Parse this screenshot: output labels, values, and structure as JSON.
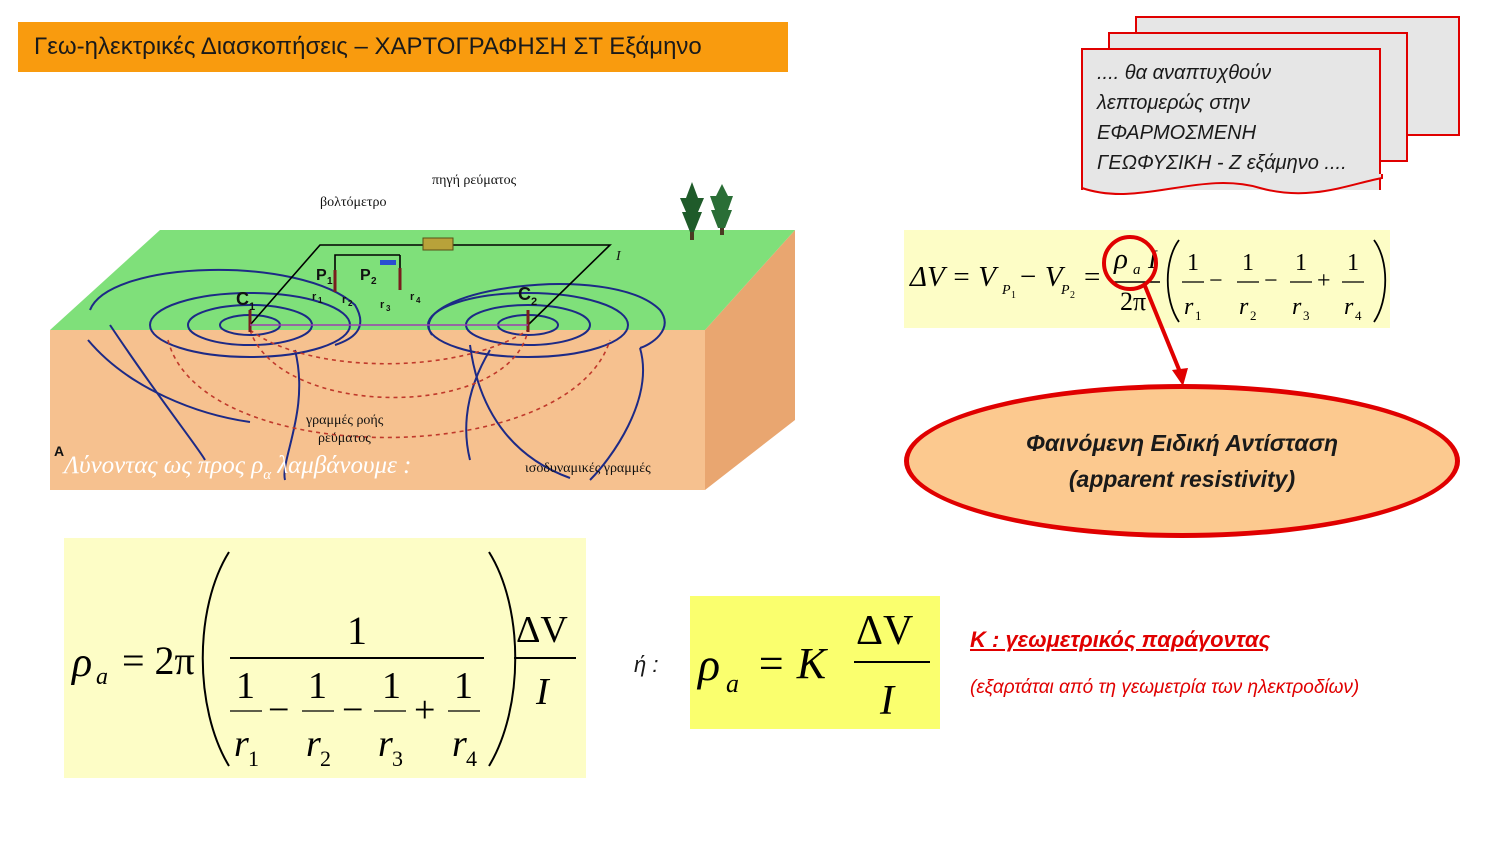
{
  "header": {
    "title": "Γεω-ηλεκτρικές Διασκοπήσεις – ΧΑΡΤΟΓΡΑΦΗΣΗ ΣΤ Εξάμηνο"
  },
  "note": {
    "lines": [
      ".... θα αναπτυχθούν",
      "λεπτομερώς στην",
      "ΕΦΑΡΜΟΣΜΕΝΗ",
      "ΓΕΩΦΥΣΙΚΗ - Ζ εξάμηνο ...."
    ]
  },
  "diagram": {
    "label_source": "πηγή ρεύματος",
    "label_voltmeter": "βολτόμετρο",
    "label_flowlines": "γραμμές ροής",
    "label_flowlines2": "ρεύματος",
    "label_equipotential": "ισοδυναμικές γραμμές",
    "label_panel": "A",
    "label_current": "I",
    "electrode_c1": "C",
    "electrode_c1_sub": "1",
    "electrode_c2": "C",
    "electrode_c2_sub": "2",
    "electrode_p1": "P",
    "electrode_p1_sub": "1",
    "electrode_p2": "P",
    "electrode_p2_sub": "2",
    "r1": "r",
    "r1_sub": "1",
    "r2": "r",
    "r2_sub": "2",
    "r3": "r",
    "r3_sub": "3",
    "r4": "r",
    "r4_sub": "4",
    "caption_prefix": "Λύνοντας ως προς ρ",
    "caption_sub": "α",
    "caption_suffix": " λαμβάνουμε :"
  },
  "formulas": {
    "top": {
      "lhs": "ΔV = V",
      "vp1_sub": "P",
      "vp1_subsub": "1",
      "minus": " − V",
      "vp2_sub": "P",
      "vp2_subsub": "2",
      "eq": "=",
      "rho": "ρ",
      "rho_sub": "a",
      "I": "I",
      "two_pi": "2π",
      "one": "1",
      "r": "r",
      "sub1": "1",
      "sub2": "2",
      "sub3": "3",
      "sub4": "4",
      "op_minus": "−",
      "op_plus": "+"
    },
    "main": {
      "rho": "ρ",
      "rho_sub": "a",
      "eq_two_pi": "= 2π",
      "one": "1",
      "r": "r",
      "sub1": "1",
      "sub2": "2",
      "sub3": "3",
      "sub4": "4",
      "op_minus": "−",
      "op_plus": "+",
      "delta_v": "ΔV",
      "I": "I"
    },
    "or_text": "ή :",
    "k": {
      "rho": "ρ",
      "rho_sub": "a",
      "eq_k": "= K",
      "delta_v": "ΔV",
      "I": "I"
    }
  },
  "k_label": "K : γεωμετρικός παράγοντας",
  "k_sub": "(εξαρτάται από τη γεωμετρία των ηλεκτροδίων)",
  "ellipse": {
    "line1": "Φαινόμενη Ειδική Αντίσταση",
    "line2": "(apparent resistivity)"
  },
  "colors": {
    "title_bg": "#f99b0e",
    "accent_red": "#e00000",
    "formula_bg": "#fdfdc6",
    "k_formula_bg": "#faff6e",
    "ellipse_bg": "#fcc98f",
    "ground_green": "#7fe07a",
    "soil": "#f6c18f"
  }
}
